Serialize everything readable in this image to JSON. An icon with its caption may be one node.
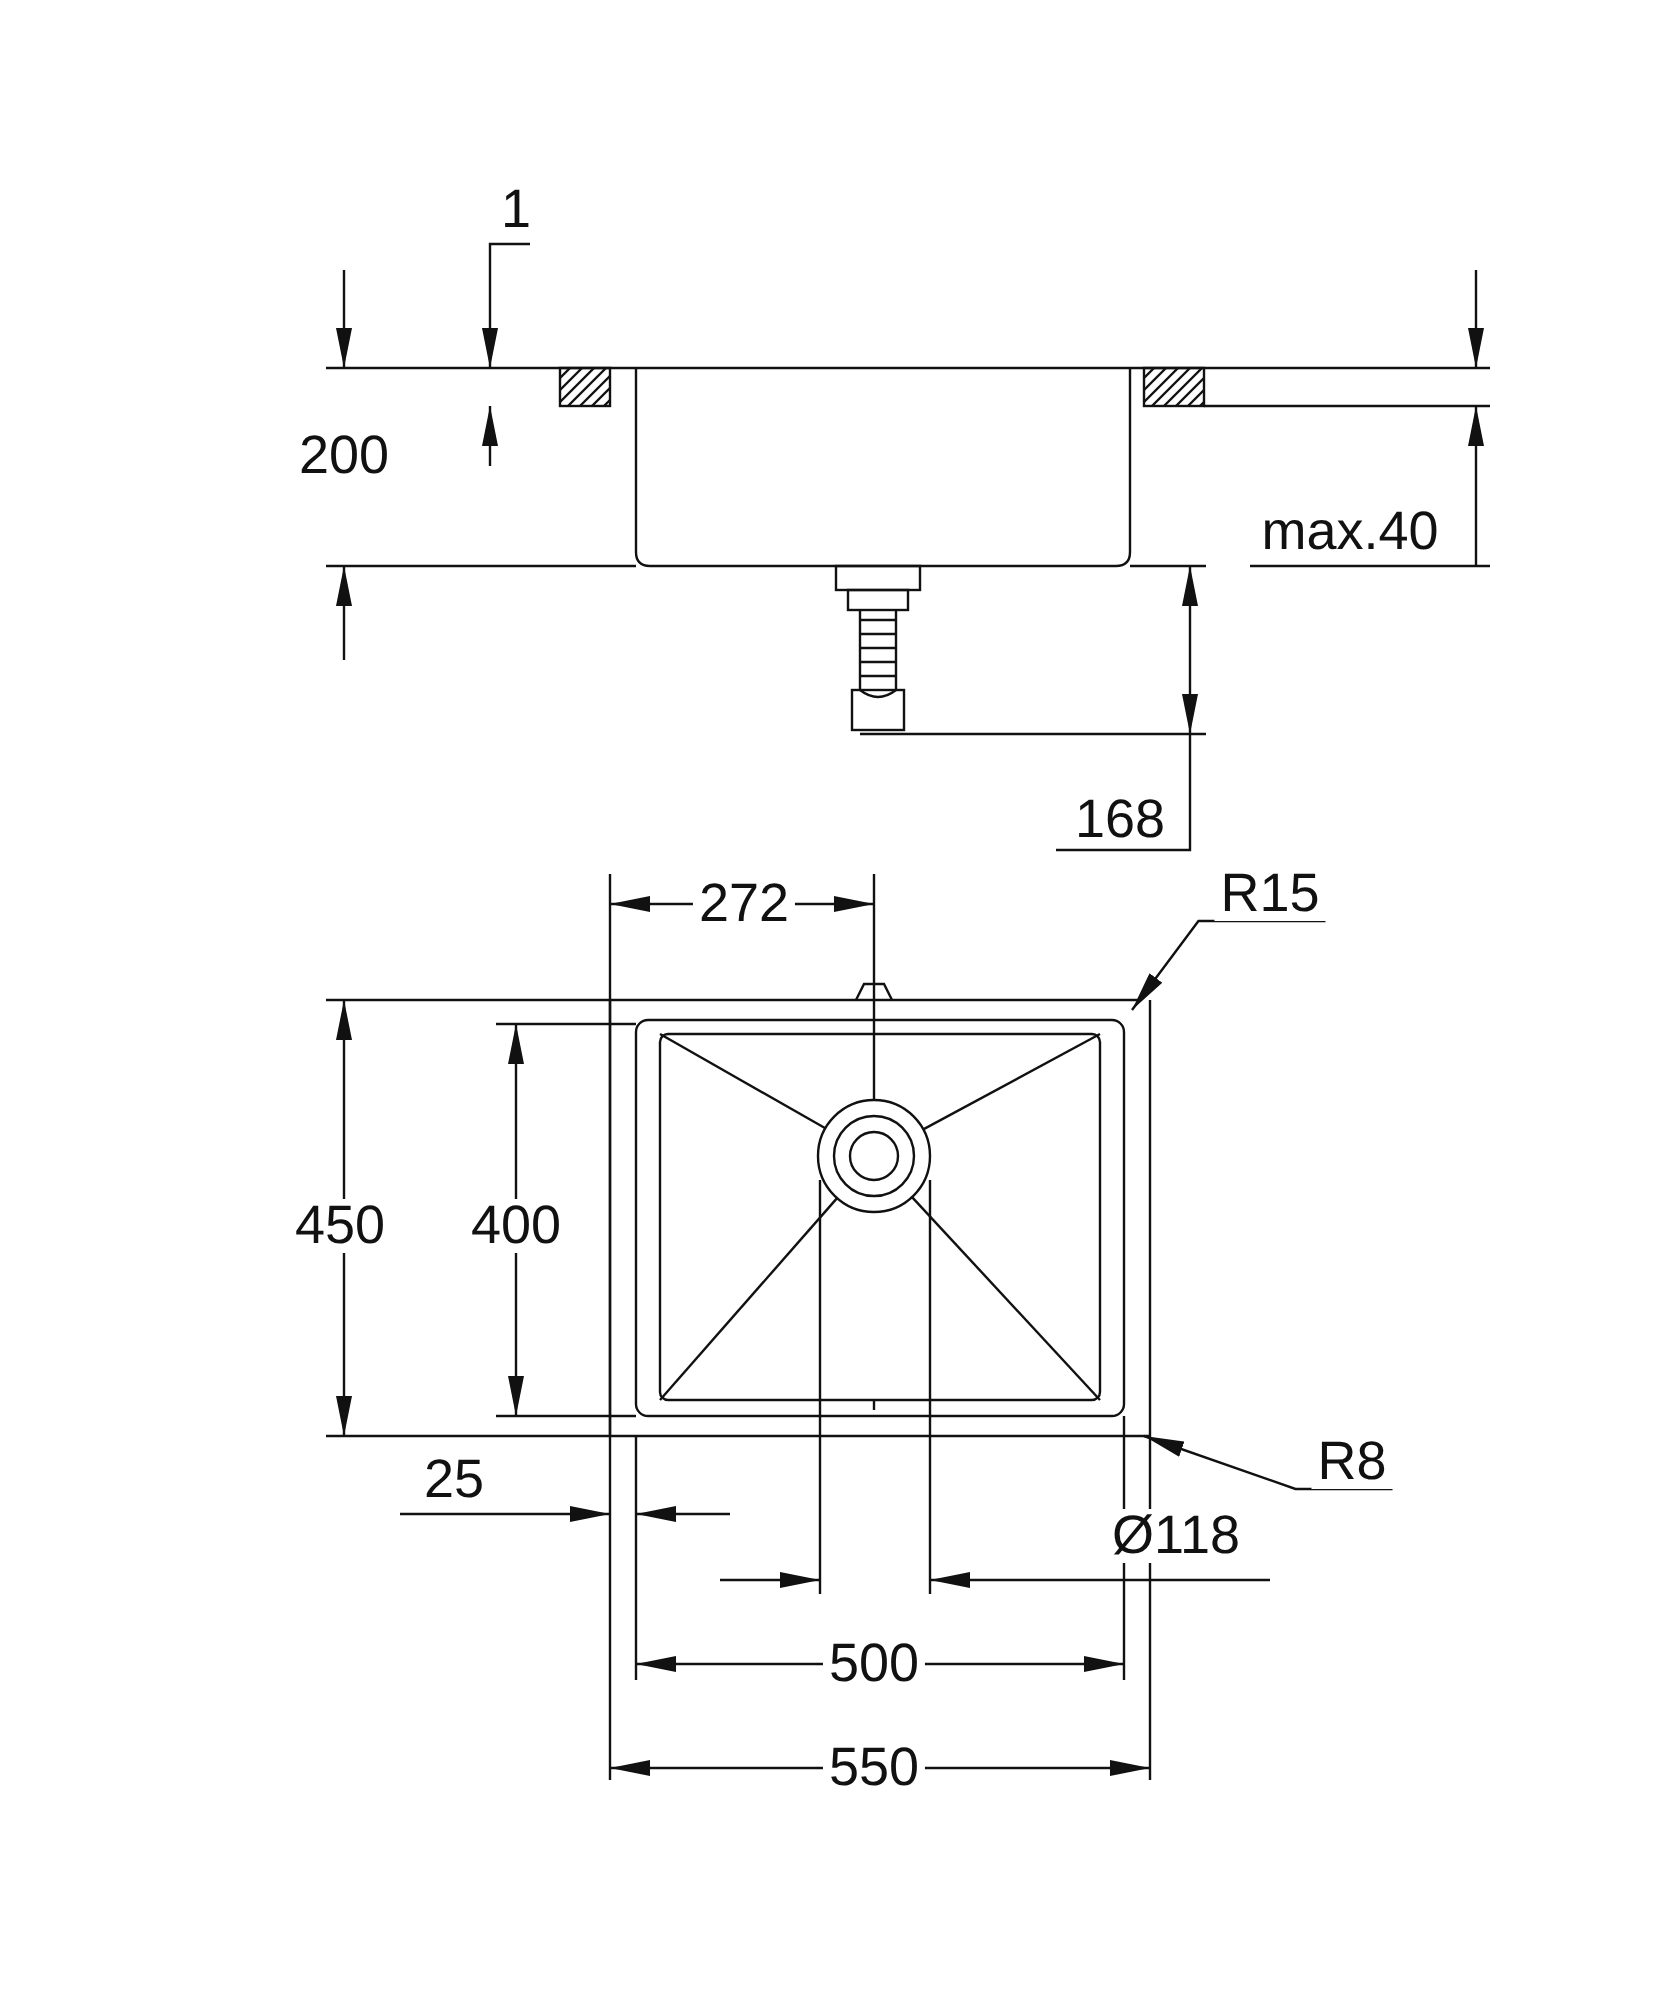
{
  "diagram": {
    "nodes": [
      {
        "text": [
          "R15"
        ]
      },
      {
        "text": [
          "R8"
        ]
      }
    ],
    "edges": [
      {
        "from": 0,
        "to": null,
        "arrow": "to"
      },
      {
        "from": 1,
        "to": null,
        "arrow": "to"
      }
    ],
    "labels": [
      "1",
      "200",
      "max.40",
      "168",
      "272",
      "450",
      "400",
      "25",
      "Ø118",
      "500",
      "550"
    ]
  }
}
